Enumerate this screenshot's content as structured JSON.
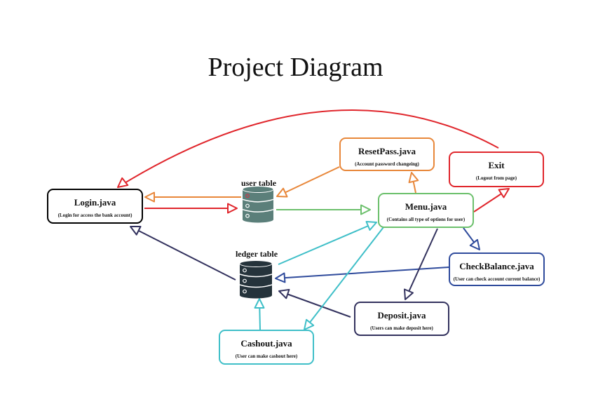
{
  "title": "Project Diagram",
  "nodes": {
    "login": {
      "title": "Login.java",
      "subtitle": "(Login for access the bank account)",
      "color": "#000000"
    },
    "reset": {
      "title": "ResetPass.java",
      "subtitle": "(Account password changeing)",
      "color": "#e8873a"
    },
    "exit": {
      "title": "Exit",
      "subtitle": "(Logout from page)",
      "color": "#e0262c"
    },
    "menu": {
      "title": "Menu.java",
      "subtitle": "(Contains all type of options for user)",
      "color": "#6cc06c"
    },
    "balance": {
      "title": "CheckBalance.java",
      "subtitle": "(User can check account current balance)",
      "color": "#2f4b9c"
    },
    "deposit": {
      "title": "Deposit.java",
      "subtitle": "(Users can make deposit here)",
      "color": "#33325e"
    },
    "cashout": {
      "title": "Cashout.java",
      "subtitle": "(User can make cashout here)",
      "color": "#3fbfc8"
    }
  },
  "databases": {
    "user": {
      "label": "user table",
      "color": "#5b7f7a"
    },
    "ledger": {
      "label": "ledger table",
      "color": "#25333b"
    }
  },
  "colors": {
    "red": "#e0262c",
    "orange": "#e8873a",
    "green": "#6cc06c",
    "navy": "#33325e",
    "blue": "#2f4b9c",
    "cyan": "#3fbfc8"
  }
}
